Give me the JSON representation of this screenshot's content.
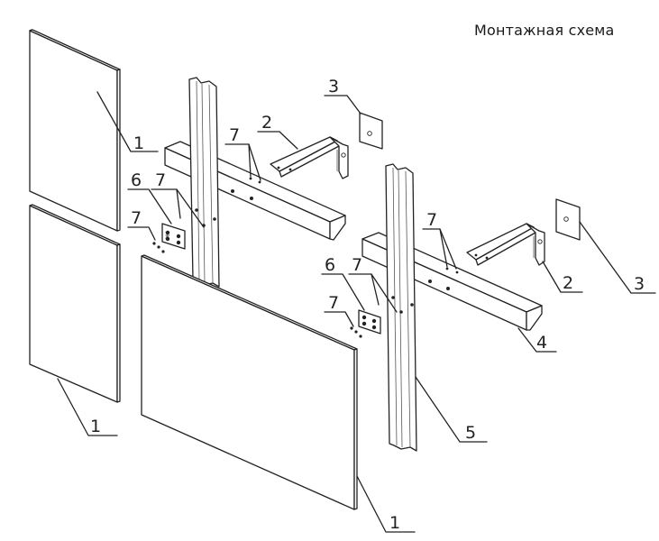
{
  "title": "Монтажная схема",
  "callouts": [
    {
      "id": "c-1a",
      "label": "1",
      "part": "facade-panel"
    },
    {
      "id": "c-1b",
      "label": "1",
      "part": "facade-panel"
    },
    {
      "id": "c-1c",
      "label": "1",
      "part": "facade-panel"
    },
    {
      "id": "c-2a",
      "label": "2",
      "part": "bracket"
    },
    {
      "id": "c-2b",
      "label": "2",
      "part": "bracket"
    },
    {
      "id": "c-3a",
      "label": "3",
      "part": "paronite-gasket"
    },
    {
      "id": "c-3b",
      "label": "3",
      "part": "paronite-gasket"
    },
    {
      "id": "c-4",
      "label": "4",
      "part": "horizontal-angle-profile"
    },
    {
      "id": "c-5",
      "label": "5",
      "part": "vertical-guide-profile"
    },
    {
      "id": "c-6a",
      "label": "6",
      "part": "connecting-plate"
    },
    {
      "id": "c-6b",
      "label": "6",
      "part": "connecting-plate"
    },
    {
      "id": "c-7a",
      "label": "7",
      "part": "rivet"
    },
    {
      "id": "c-7b",
      "label": "7",
      "part": "rivet"
    },
    {
      "id": "c-7c",
      "label": "7",
      "part": "rivet"
    },
    {
      "id": "c-7d",
      "label": "7",
      "part": "rivet"
    },
    {
      "id": "c-7e",
      "label": "7",
      "part": "rivet"
    },
    {
      "id": "c-7f",
      "label": "7",
      "part": "rivet"
    }
  ]
}
